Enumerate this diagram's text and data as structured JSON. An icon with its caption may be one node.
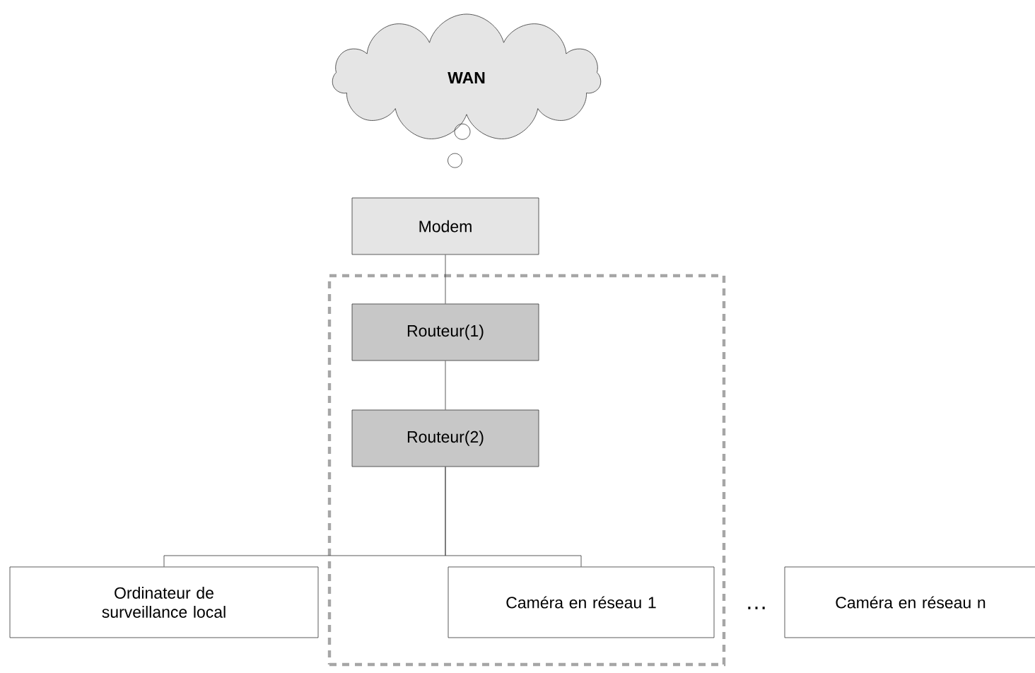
{
  "diagram": {
    "nodes": [
      {
        "text": [
          "WAN"
        ]
      },
      {
        "text": [
          "Modem"
        ]
      },
      {
        "text": [],
        "shape": "box"
      },
      {
        "text": [
          "Routeur(1)"
        ],
        "in": 2
      },
      {
        "text": [
          "Routeur(2)"
        ],
        "in": 2
      },
      {
        "text": [
          "Ordinateur de surveillance local"
        ]
      },
      {
        "text": [
          "Caméra en réseau 1"
        ],
        "in": 2
      },
      {
        "text": [
          "Caméra en réseau n"
        ]
      }
    ],
    "edges": [
      {
        "from": 0,
        "to": 1,
        "arrow": "none"
      },
      {
        "from": 1,
        "to": 3,
        "arrow": "none"
      },
      {
        "from": 3,
        "to": 4,
        "arrow": "none"
      },
      {
        "from": 4,
        "to": 5,
        "arrow": "none"
      },
      {
        "from": 4,
        "to": 6,
        "arrow": "none"
      }
    ],
    "labels": [
      "…"
    ]
  }
}
